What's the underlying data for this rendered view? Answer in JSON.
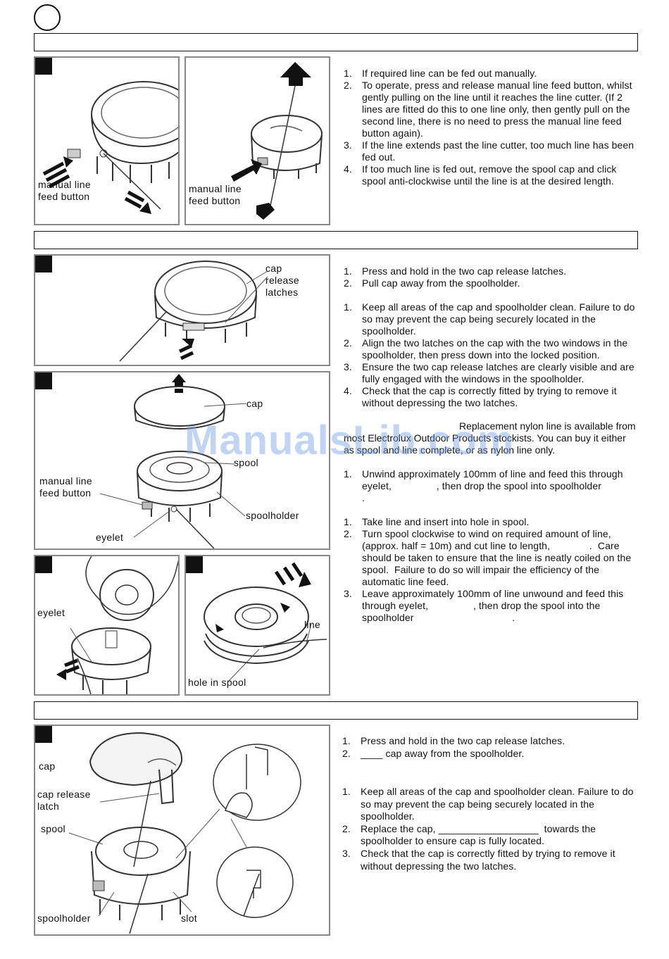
{
  "watermark": "ManualsLib.com",
  "fig1": {
    "left_label": "manual line\nfeed button",
    "right_label": "manual line\nfeed button"
  },
  "sec1_steps": [
    {
      "n": "1.",
      "text": "If required line can be fed out manually."
    },
    {
      "n": "2.",
      "text": "To operate, press and release manual line feed button, whilst gently pulling on the line until it reaches the line cutter. (If 2 lines are fitted do this to one line only, then gently pull on the second line, there is no need to press the manual line feed button again)."
    },
    {
      "n": "3.",
      "text": "If the line extends past the line cutter, too much line has been fed out."
    },
    {
      "n": "4.",
      "text": "If too much line is fed out, remove the spool cap and click spool anti-clockwise until the line is at the desired length."
    }
  ],
  "fig2": {
    "cap_release_label": "cap\nrelease\nlatches"
  },
  "fig3": {
    "cap": "cap",
    "spool": "spool",
    "feed_button": "manual line\nfeed button",
    "spoolholder": "spoolholder",
    "eyelet": "eyelet"
  },
  "fig4": {
    "eyelet": "eyelet"
  },
  "fig5": {
    "line": "line",
    "hole": "hole in spool"
  },
  "sec2a_steps": [
    {
      "n": "1.",
      "text": "Press and hold in the two cap release latches."
    },
    {
      "n": "2.",
      "text": "Pull cap away from the spoolholder."
    }
  ],
  "sec2b_steps": [
    {
      "n": "1.",
      "text": "Keep all areas of the cap and spoolholder clean. Failure to do so may prevent the cap being securely located in the spoolholder."
    },
    {
      "n": "2.",
      "text": "Align the two latches on the cap with the two windows in the spoolholder, then press down into the locked position."
    },
    {
      "n": "3.",
      "text": "Ensure the two cap release latches are clearly visible and are fully engaged with the windows in the spoolholder."
    },
    {
      "n": "4.",
      "text": "Check that the cap is correctly fitted by trying to remove it without depressing the two latches."
    }
  ],
  "sec2_note": "Replacement nylon line is available from most Electrolux Outdoor Products stockists. You can buy it either as spool and line complete, or as nylon line only.",
  "sec2c_steps": [
    {
      "n": "1.",
      "text": "Unwind approximately 100mm of line and feed this through eyelet,                , then drop the spool into spoolholder                              ."
    }
  ],
  "sec2d_steps": [
    {
      "n": "1.",
      "text": "Take line and insert into hole in spool."
    },
    {
      "n": "2.",
      "text": "Turn spool clockwise to wind on required amount of line, (approx. half = 10m) and cut line to length,              .  Care should be taken to ensure that the line is neatly coiled on the spool.  Failure to do so will impair the efficiency of the automatic line feed."
    },
    {
      "n": "3.",
      "text": "Leave approximately 100mm of line unwound and feed this through eyelet,                , then drop the spool into the spoolholder                                   ."
    }
  ],
  "fig6": {
    "cap": "cap",
    "latch": "cap release\nlatch",
    "spool": "spool",
    "spoolholder": "spoolholder",
    "slot": "slot"
  },
  "sec3a_steps": [
    {
      "n": "1.",
      "text": "Press and hold in the two cap release latches."
    },
    {
      "n": "2.",
      "text": "____ cap away from the spoolholder."
    }
  ],
  "sec3b_steps": [
    {
      "n": "1.",
      "text": "Keep all areas of the cap and spoolholder clean. Failure to do so may prevent the cap being securely located in the spoolholder."
    },
    {
      "n": "2.",
      "text": "Replace the cap, __________________  towards the spoolholder to ensure cap is fully located."
    },
    {
      "n": "3.",
      "text": "Check that the cap is correctly fitted by trying to remove it without depressing the two latches."
    }
  ]
}
